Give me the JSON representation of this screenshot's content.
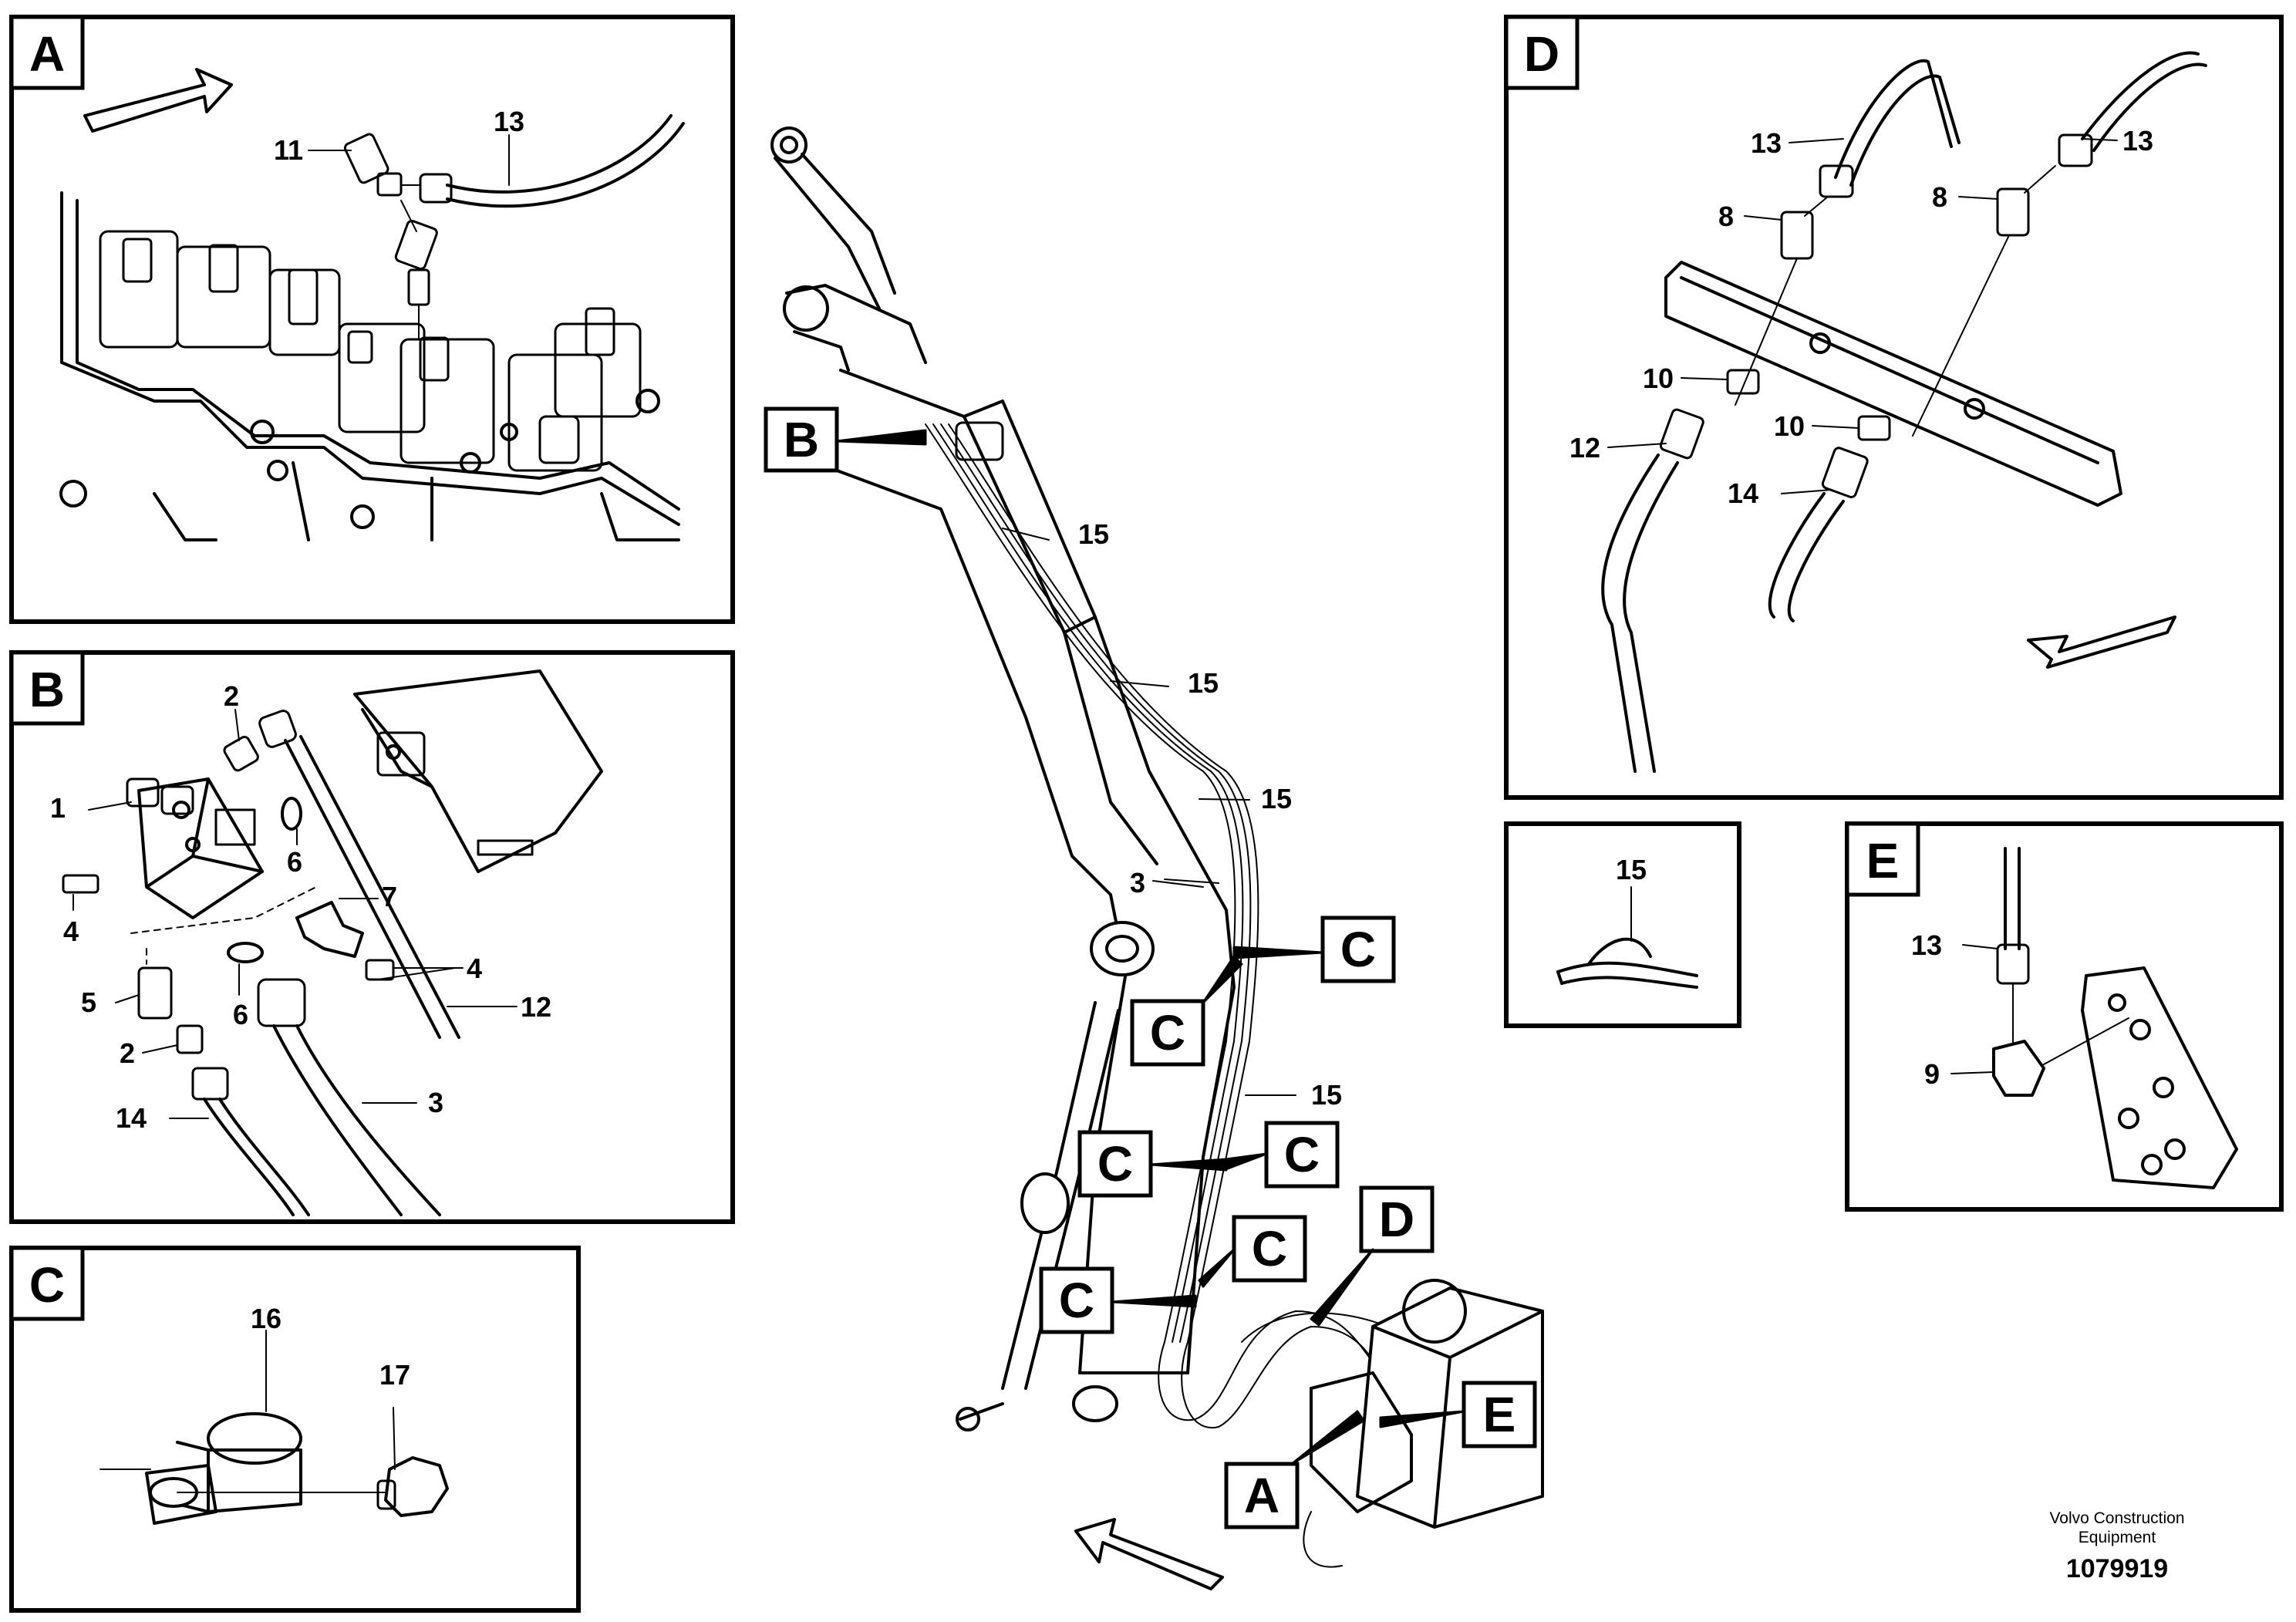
{
  "detail_tags": {
    "a": "A",
    "b": "B",
    "c": "C",
    "d": "D",
    "e": "E"
  },
  "main_tags": {
    "b": "B",
    "c1": "C",
    "c2": "C",
    "c3": "C",
    "c4": "C",
    "c5": "C",
    "c6": "C",
    "d": "D",
    "e": "E",
    "a": "A"
  },
  "panel_a": {
    "n11": "11",
    "n13": "13"
  },
  "panel_b": {
    "n1": "1",
    "n2a": "2",
    "n2b": "2",
    "n3": "3",
    "n4a": "4",
    "n4b": "4",
    "n5": "5",
    "n6a": "6",
    "n6b": "6",
    "n7": "7",
    "n12": "12",
    "n14": "14"
  },
  "panel_c": {
    "n16": "16",
    "n17": "17"
  },
  "panel_d": {
    "n13a": "13",
    "n13b": "13",
    "n8a": "8",
    "n8b": "8",
    "n10a": "10",
    "n10b": "10",
    "n12": "12",
    "n14": "14"
  },
  "panel_15": {
    "n15": "15"
  },
  "panel_e": {
    "n13": "13",
    "n9": "9"
  },
  "main": {
    "n15a": "15",
    "n15b": "15",
    "n15c": "15",
    "n15d": "15",
    "n3": "3"
  },
  "footer": {
    "brand_line1": "Volvo Construction",
    "brand_line2": "Equipment",
    "doc_number": "1079919"
  }
}
